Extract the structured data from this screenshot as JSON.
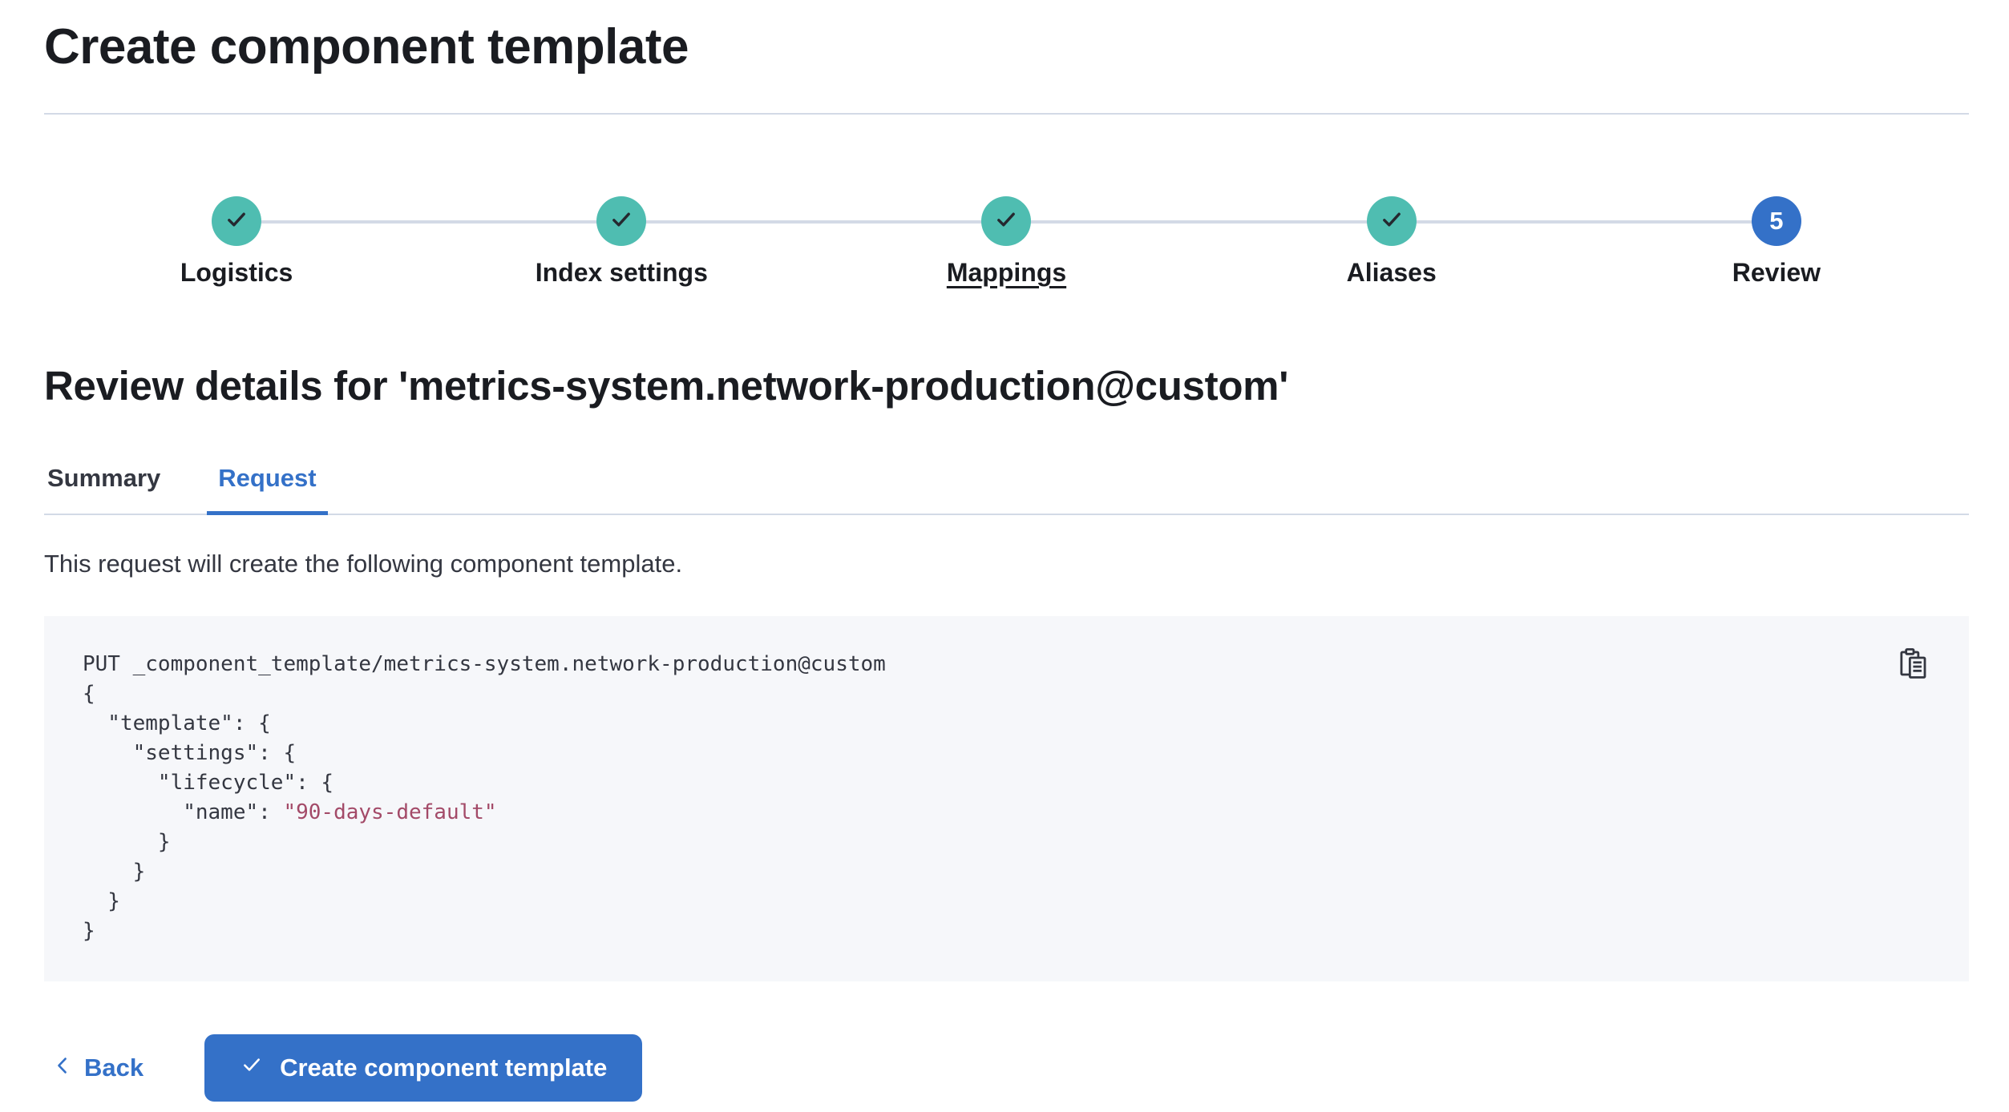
{
  "colors": {
    "accent_blue": "#3471c8",
    "success_teal": "#4fbdb1",
    "divider_gray": "#d3dae6",
    "code_background": "#f6f7fa",
    "code_string_rose": "#a34a68",
    "text_dark": "#1a1c21",
    "text_gray": "#343741"
  },
  "header": {
    "title": "Create component template"
  },
  "stepper": {
    "steps": [
      {
        "label": "Logistics",
        "status": "complete",
        "icon": "check-icon"
      },
      {
        "label": "Index settings",
        "status": "complete",
        "icon": "check-icon"
      },
      {
        "label": "Mappings",
        "status": "complete",
        "icon": "check-icon",
        "underlined": true
      },
      {
        "label": "Aliases",
        "status": "complete",
        "icon": "check-icon"
      },
      {
        "label": "Review",
        "status": "current",
        "number": "5"
      }
    ]
  },
  "review": {
    "heading": "Review details for 'metrics-system.network-production@custom'",
    "tabs": [
      {
        "label": "Summary",
        "active": false
      },
      {
        "label": "Request",
        "active": true
      }
    ],
    "description": "This request will create the following component template."
  },
  "code": {
    "copy_icon": "copy-clipboard-icon",
    "lines": [
      {
        "plain": "PUT _component_template/metrics-system.network-production@custom"
      },
      {
        "plain": "{"
      },
      {
        "plain": "  \"template\": {"
      },
      {
        "plain": "    \"settings\": {"
      },
      {
        "plain": "      \"lifecycle\": {"
      },
      {
        "plain": "        \"name\": ",
        "string": "\"90-days-default\""
      },
      {
        "plain": "      }"
      },
      {
        "plain": "    }"
      },
      {
        "plain": "  }"
      },
      {
        "plain": "}"
      }
    ]
  },
  "footer": {
    "back_label": "Back",
    "submit_label": "Create component template"
  }
}
